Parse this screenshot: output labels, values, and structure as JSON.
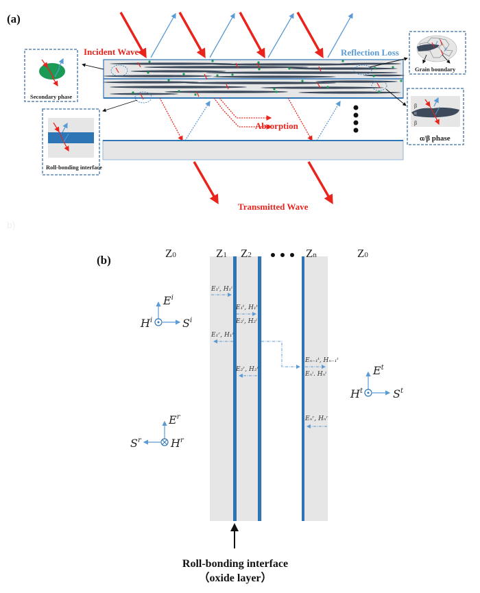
{
  "panel_a": {
    "label": "(a)",
    "incident_wave": "Incident Wave",
    "reflection_loss": "Reflection Loss",
    "absorption": "Absorption",
    "transmitted_wave": "Transmitted Wave",
    "insets": {
      "secondary_phase": "Secondary phase",
      "roll_bonding_interface": "Roll-bonding interface",
      "grain_boundary": "Grain boundary",
      "alpha_beta_phase": "α/β phase",
      "beta_top": "β",
      "alpha": "α",
      "beta_bottom": "β"
    },
    "colors": {
      "incident": "#e8241c",
      "reflected": "#5b9bd5",
      "layer_border": "#2e75b6",
      "layer_fill": "#e6e6e6",
      "grain": "#3d4a5c",
      "secondary_phase": "#1a9a55"
    }
  },
  "panel_b": {
    "label": "(b)",
    "ghost_label": "b)",
    "impedances": {
      "z0_left": {
        "main": "Z",
        "sub": "0"
      },
      "z1": {
        "main": "Z",
        "sub": "1"
      },
      "z2": {
        "main": "Z",
        "sub": "2"
      },
      "ellipsis": "• • •",
      "zn": {
        "main": "Z",
        "sub": "n"
      },
      "z0_right": {
        "main": "Z",
        "sub": "0"
      }
    },
    "field_labels": {
      "e1i_h1i": "E₁ⁱ, H₁ⁱ",
      "e1t_h1t": "E₁ᵗ, H₁ᵗ",
      "e2i_h2i": "E₂ⁱ, H₂ⁱ",
      "e1r_h1r": "E₁ʳ, H₁ʳ",
      "e2r_h2r": "E₂ʳ, H₂ʳ",
      "en1t_hn1t": "Eₙ₋₁ᵗ, Hₙ₋₁ᵗ",
      "eni_hni": "Eₙⁱ. Hₙⁱ",
      "enr_hnr": "Eₙʳ, Hₙʳ"
    },
    "incident_triad": {
      "E": "E",
      "E_sup": "i",
      "H": "H",
      "H_sup": "i",
      "S": "S",
      "S_sup": "i"
    },
    "transmitted_triad": {
      "E": "E",
      "E_sup": "t",
      "H": "H",
      "H_sup": "t",
      "S": "S",
      "S_sup": "t"
    },
    "reflected_triad": {
      "E": "E",
      "E_sup": "r",
      "H": "H",
      "H_sup": "r",
      "S": "S",
      "S_sup": "r"
    },
    "bottom_label_line1": "Roll-bonding interface",
    "bottom_label_line2": "（oxide layer）"
  }
}
